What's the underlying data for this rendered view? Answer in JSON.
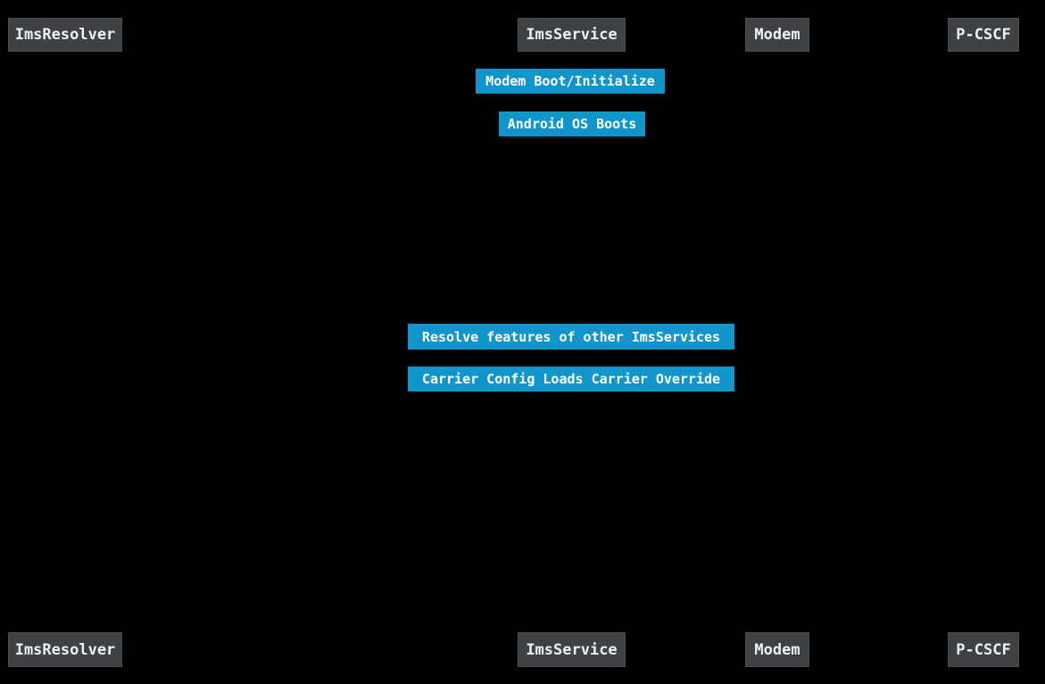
{
  "diagram": {
    "type": "sequence-diagram",
    "participants": [
      {
        "id": "imsresolver",
        "label": "ImsResolver"
      },
      {
        "id": "imsservice",
        "label": "ImsService"
      },
      {
        "id": "modem",
        "label": "Modem"
      },
      {
        "id": "pcscf",
        "label": "P-CSCF"
      }
    ],
    "notes": [
      {
        "over": "ImsService",
        "label": "Modem Boot/Initialize"
      },
      {
        "over": "ImsService",
        "label": "Android OS Boots"
      },
      {
        "over": "ImsService",
        "label": "Resolve features of other ImsServices"
      },
      {
        "over": "ImsService",
        "label": "Carrier Config Loads Carrier Override"
      }
    ],
    "colors": {
      "canvas_bg": "#000000",
      "actor_fill": "#3f4245",
      "actor_border": "#4b4f53",
      "actor_text": "#f0f0f0",
      "note_fill": "#1195cb",
      "note_text": "#ffffff",
      "lifeline_color": "#000000"
    }
  }
}
